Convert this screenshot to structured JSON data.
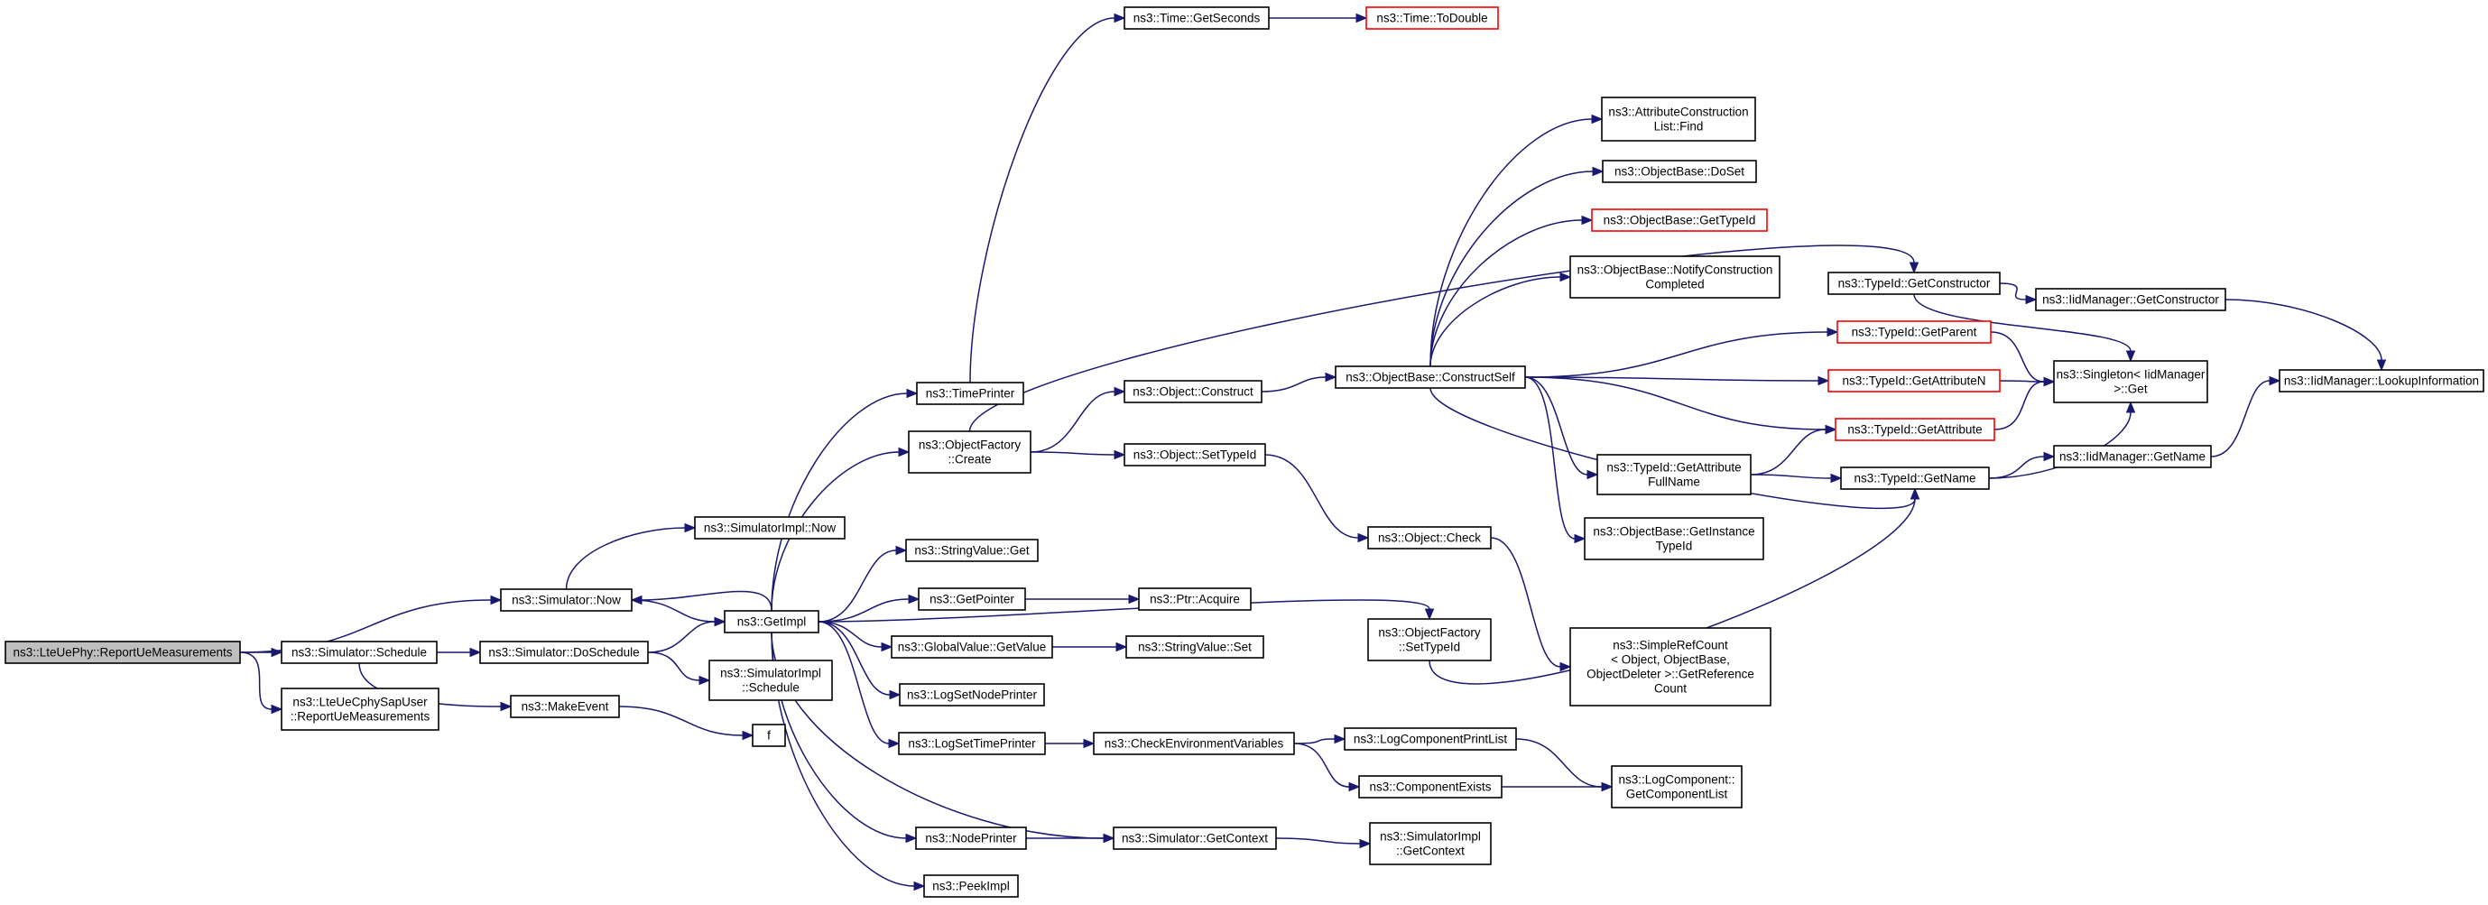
{
  "colors": {
    "edge": "#191970",
    "border": "#000000",
    "highlight_border": "#ff0000",
    "root_fill": "#bfbfbf"
  },
  "nodes": [
    {
      "id": "report",
      "label": [
        "ns3::LteUePhy::ReportUeMeasurements"
      ],
      "style": "root"
    },
    {
      "id": "sched",
      "label": [
        "ns3::Simulator::Schedule"
      ]
    },
    {
      "id": "ltecphy",
      "label": [
        "ns3::LteUeCphySapUser",
        "::ReportUeMeasurements"
      ]
    },
    {
      "id": "now",
      "label": [
        "ns3::Simulator::Now"
      ]
    },
    {
      "id": "implnow",
      "label": [
        "ns3::SimulatorImpl::Now"
      ]
    },
    {
      "id": "dosched",
      "label": [
        "ns3::Simulator::DoSchedule"
      ]
    },
    {
      "id": "makeevent",
      "label": [
        "ns3::MakeEvent"
      ]
    },
    {
      "id": "f",
      "label": [
        "f"
      ]
    },
    {
      "id": "getimpl",
      "label": [
        "ns3::GetImpl"
      ]
    },
    {
      "id": "implsched",
      "label": [
        "ns3::SimulatorImpl",
        "::Schedule"
      ]
    },
    {
      "id": "timeprinter",
      "label": [
        "ns3::TimePrinter"
      ]
    },
    {
      "id": "ofcreate",
      "label": [
        "ns3::ObjectFactory",
        "::Create"
      ]
    },
    {
      "id": "svget",
      "label": [
        "ns3::StringValue::Get"
      ]
    },
    {
      "id": "getpointer",
      "label": [
        "ns3::GetPointer"
      ]
    },
    {
      "id": "gvget",
      "label": [
        "ns3::GlobalValue::GetValue"
      ]
    },
    {
      "id": "lognode",
      "label": [
        "ns3::LogSetNodePrinter"
      ]
    },
    {
      "id": "logtime",
      "label": [
        "ns3::LogSetTimePrinter"
      ]
    },
    {
      "id": "nodeprinter",
      "label": [
        "ns3::NodePrinter"
      ]
    },
    {
      "id": "peekimpl",
      "label": [
        "ns3::PeekImpl"
      ]
    },
    {
      "id": "getseconds",
      "label": [
        "ns3::Time::GetSeconds"
      ]
    },
    {
      "id": "todouble",
      "label": [
        "ns3::Time::ToDouble"
      ],
      "style": "red"
    },
    {
      "id": "objconstruct",
      "label": [
        "ns3::Object::Construct"
      ]
    },
    {
      "id": "objsettypeid",
      "label": [
        "ns3::Object::SetTypeId"
      ]
    },
    {
      "id": "ptracquire",
      "label": [
        "ns3::Ptr::Acquire"
      ]
    },
    {
      "id": "svset",
      "label": [
        "ns3::StringValue::Set"
      ]
    },
    {
      "id": "checkenv",
      "label": [
        "ns3::CheckEnvironmentVariables"
      ]
    },
    {
      "id": "simgetctx",
      "label": [
        "ns3::Simulator::GetContext"
      ]
    },
    {
      "id": "constructself",
      "label": [
        "ns3::ObjectBase::ConstructSelf"
      ]
    },
    {
      "id": "objcheck",
      "label": [
        "ns3::Object::Check"
      ]
    },
    {
      "id": "ofsettypeid",
      "label": [
        "ns3::ObjectFactory",
        "::SetTypeId"
      ]
    },
    {
      "id": "logcplist",
      "label": [
        "ns3::LogComponentPrintList"
      ]
    },
    {
      "id": "compexists",
      "label": [
        "ns3::ComponentExists"
      ]
    },
    {
      "id": "implgetctx",
      "label": [
        "ns3::SimulatorImpl",
        "::GetContext"
      ]
    },
    {
      "id": "acfind",
      "label": [
        "ns3::AttributeConstruction",
        "List::Find"
      ]
    },
    {
      "id": "obdoset",
      "label": [
        "ns3::ObjectBase::DoSet"
      ]
    },
    {
      "id": "obgettypeid",
      "label": [
        "ns3::ObjectBase::GetTypeId"
      ],
      "style": "red"
    },
    {
      "id": "obnotify",
      "label": [
        "ns3::ObjectBase::NotifyConstruction",
        "Completed"
      ]
    },
    {
      "id": "tgetattrfull",
      "label": [
        "ns3::TypeId::GetAttribute",
        "FullName"
      ]
    },
    {
      "id": "obgetinst",
      "label": [
        "ns3::ObjectBase::GetInstance",
        "TypeId"
      ]
    },
    {
      "id": "srcount",
      "label": [
        "ns3::SimpleRefCount",
        "< Object, ObjectBase,",
        "ObjectDeleter >::GetReference",
        "Count"
      ]
    },
    {
      "id": "lcgetlist",
      "label": [
        "ns3::LogComponent::",
        "GetComponentList"
      ]
    },
    {
      "id": "tgetctor",
      "label": [
        "ns3::TypeId::GetConstructor"
      ]
    },
    {
      "id": "tgetparent",
      "label": [
        "ns3::TypeId::GetParent"
      ],
      "style": "red"
    },
    {
      "id": "tgetattrn",
      "label": [
        "ns3::TypeId::GetAttributeN"
      ],
      "style": "red"
    },
    {
      "id": "tgetattr",
      "label": [
        "ns3::TypeId::GetAttribute"
      ],
      "style": "red"
    },
    {
      "id": "tgetname",
      "label": [
        "ns3::TypeId::GetName"
      ]
    },
    {
      "id": "iidgetctor",
      "label": [
        "ns3::IidManager::GetConstructor"
      ]
    },
    {
      "id": "singleton",
      "label": [
        "ns3::Singleton< IidManager",
        ">::Get"
      ]
    },
    {
      "id": "iidgetname",
      "label": [
        "ns3::IidManager::GetName"
      ]
    },
    {
      "id": "iidlookup",
      "label": [
        "ns3::IidManager::LookupInformation"
      ]
    }
  ],
  "edges": [
    [
      "report",
      "sched"
    ],
    [
      "report",
      "ltecphy"
    ],
    [
      "report",
      "now"
    ],
    [
      "sched",
      "dosched"
    ],
    [
      "sched",
      "makeevent"
    ],
    [
      "now",
      "implnow"
    ],
    [
      "now",
      "getimpl"
    ],
    [
      "dosched",
      "getimpl"
    ],
    [
      "dosched",
      "implsched"
    ],
    [
      "makeevent",
      "f"
    ],
    [
      "getimpl",
      "now"
    ],
    [
      "getimpl",
      "timeprinter"
    ],
    [
      "getimpl",
      "ofcreate"
    ],
    [
      "getimpl",
      "svget"
    ],
    [
      "getimpl",
      "getpointer"
    ],
    [
      "getimpl",
      "gvget"
    ],
    [
      "getimpl",
      "lognode"
    ],
    [
      "getimpl",
      "logtime"
    ],
    [
      "getimpl",
      "nodeprinter"
    ],
    [
      "getimpl",
      "peekimpl"
    ],
    [
      "getimpl",
      "ofsettypeid"
    ],
    [
      "getimpl",
      "simgetctx"
    ],
    [
      "timeprinter",
      "getseconds"
    ],
    [
      "getseconds",
      "todouble"
    ],
    [
      "ofcreate",
      "objconstruct"
    ],
    [
      "ofcreate",
      "objsettypeid"
    ],
    [
      "ofcreate",
      "tgetctor"
    ],
    [
      "getpointer",
      "ptracquire"
    ],
    [
      "gvget",
      "svset"
    ],
    [
      "logtime",
      "checkenv"
    ],
    [
      "nodeprinter",
      "simgetctx"
    ],
    [
      "objconstruct",
      "constructself"
    ],
    [
      "objsettypeid",
      "objcheck"
    ],
    [
      "checkenv",
      "logcplist"
    ],
    [
      "checkenv",
      "compexists"
    ],
    [
      "simgetctx",
      "implgetctx"
    ],
    [
      "constructself",
      "acfind"
    ],
    [
      "constructself",
      "obdoset"
    ],
    [
      "constructself",
      "obgettypeid"
    ],
    [
      "constructself",
      "obnotify"
    ],
    [
      "constructself",
      "tgetparent"
    ],
    [
      "constructself",
      "tgetattrn"
    ],
    [
      "constructself",
      "tgetattr"
    ],
    [
      "constructself",
      "tgetattrfull"
    ],
    [
      "constructself",
      "obgetinst"
    ],
    [
      "constructself",
      "tgetname"
    ],
    [
      "objcheck",
      "srcount"
    ],
    [
      "ofsettypeid",
      "tgetname"
    ],
    [
      "logcplist",
      "lcgetlist"
    ],
    [
      "compexists",
      "lcgetlist"
    ],
    [
      "tgetattrfull",
      "tgetattr"
    ],
    [
      "tgetattrfull",
      "tgetname"
    ],
    [
      "tgetctor",
      "iidgetctor"
    ],
    [
      "tgetctor",
      "singleton"
    ],
    [
      "tgetparent",
      "singleton"
    ],
    [
      "tgetattrn",
      "singleton"
    ],
    [
      "tgetattr",
      "singleton"
    ],
    [
      "tgetname",
      "singleton"
    ],
    [
      "tgetname",
      "iidgetname"
    ],
    [
      "iidgetctor",
      "iidlookup"
    ],
    [
      "iidgetname",
      "iidlookup"
    ]
  ]
}
